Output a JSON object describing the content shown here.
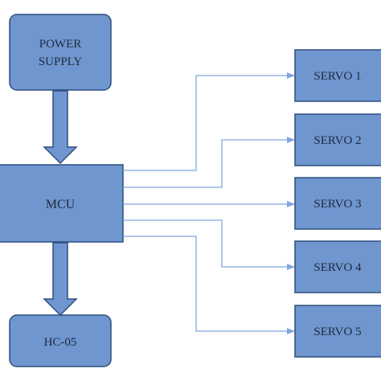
{
  "diagram": {
    "power_supply": {
      "line1": "POWER",
      "line2": "SUPPLY"
    },
    "mcu": {
      "label": "MCU"
    },
    "bluetooth": {
      "label": "HC-05"
    },
    "servos": [
      {
        "label": "SERVO 1"
      },
      {
        "label": "SERVO 2"
      },
      {
        "label": "SERVO 3"
      },
      {
        "label": "SERVO 4"
      },
      {
        "label": "SERVO 5"
      }
    ],
    "colors": {
      "box_fill": "#6f96cf",
      "box_stroke": "#2f4f7f",
      "arrow_line": "#7fa7de",
      "text": "#1f2a3a"
    }
  }
}
